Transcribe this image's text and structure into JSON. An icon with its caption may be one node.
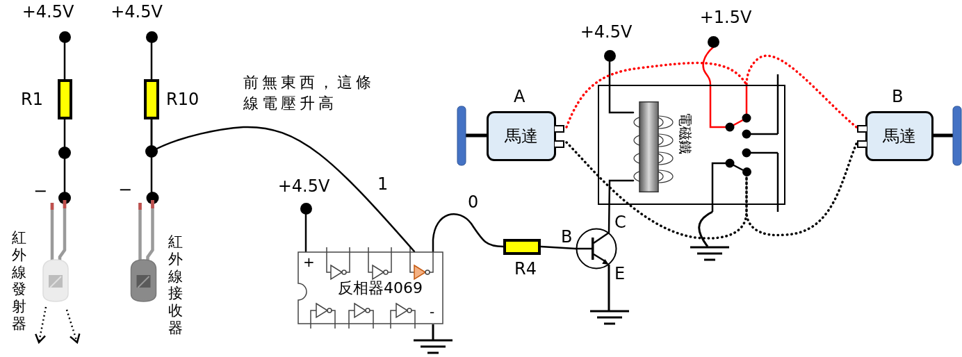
{
  "diagram": {
    "nodes": [
      {
        "text": [
          "+4.5V"
        ]
      },
      {
        "text": [
          "+4.5V"
        ]
      },
      {
        "text": [],
        "shape": "box",
        "beside": [
          "R1"
        ]
      },
      {
        "text": [],
        "shape": "box",
        "beside": [
          "R10"
        ]
      },
      {
        "text": [],
        "shape": "picture",
        "beside": [
          "紅外線發射器"
        ]
      },
      {
        "text": [],
        "shape": "picture",
        "beside": [
          "紅外線接收器"
        ]
      },
      {
        "text": [
          "+4.5V"
        ]
      },
      {
        "text": [
          "+",
          "反相器4069",
          "-"
        ]
      },
      {
        "text": [],
        "shape": "box",
        "beside": [
          "R4"
        ]
      },
      {
        "text": [],
        "shape": "circle",
        "beside": [
          "B",
          "C",
          "E"
        ]
      },
      {
        "text": [
          "+4.5V"
        ]
      },
      {
        "text": [
          "+1.5V"
        ]
      },
      {
        "text": [
          "馬達"
        ],
        "beside": [
          "A"
        ]
      },
      {
        "text": [
          "電磁鐵"
        ]
      },
      {
        "text": [
          "馬達"
        ],
        "beside": [
          "B"
        ]
      },
      {
        "text": [],
        "shape": "circle",
        "in": 13
      },
      {
        "text": [],
        "shape": "picture",
        "in": 13
      }
    ],
    "edges": [
      {
        "from": 0,
        "to": 2,
        "arrow": "none"
      },
      {
        "from": 1,
        "to": 3,
        "arrow": "none"
      },
      {
        "from": 2,
        "to": 4,
        "arrow": "none"
      },
      {
        "from": 3,
        "to": 5,
        "arrow": "none"
      },
      {
        "from": 3,
        "to": 7,
        "arrow": "none",
        "label": "1"
      },
      {
        "from": 6,
        "to": 7,
        "arrow": "none"
      },
      {
        "from": 7,
        "to": 8,
        "arrow": "none",
        "label": "0"
      },
      {
        "from": 8,
        "to": 9,
        "arrow": "none"
      },
      {
        "from": 9,
        "to": 16,
        "arrow": "none"
      },
      {
        "from": 10,
        "to": 16,
        "arrow": "none"
      },
      {
        "from": 11,
        "to": 13,
        "arrow": "none",
        "color": "#ff0000"
      },
      {
        "from": 12,
        "to": 13,
        "arrow": "none",
        "style": "dashed",
        "color": "#ff0000"
      },
      {
        "from": 12,
        "to": 15,
        "arrow": "none",
        "style": "dashed"
      },
      {
        "from": 14,
        "to": 13,
        "arrow": "none",
        "style": "dashed",
        "color": "#ff0000"
      },
      {
        "from": 14,
        "to": 15,
        "arrow": "none",
        "style": "dashed"
      }
    ],
    "labels": [
      "−",
      "−",
      "前無東西，這條線電壓升高"
    ]
  }
}
